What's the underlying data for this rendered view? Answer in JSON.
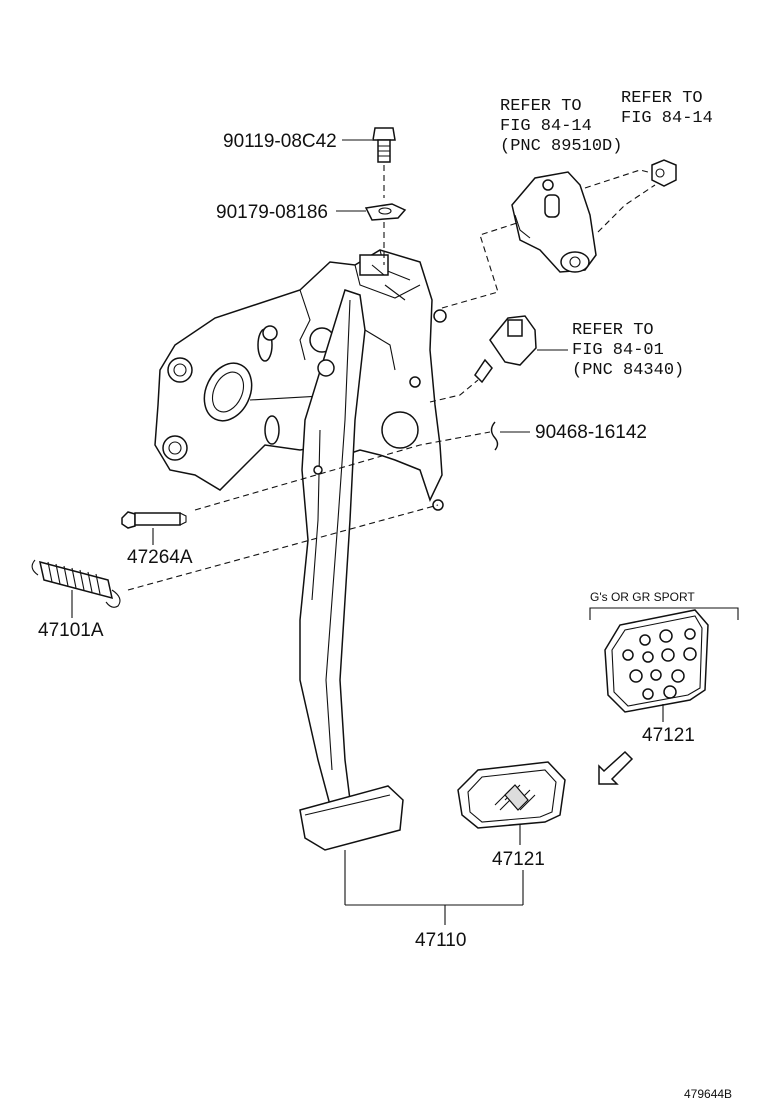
{
  "parts": {
    "bolt_top": "90119-08C42",
    "nut_plate": "90179-08186",
    "pin_clip": "90468-16142",
    "pin": "47264A",
    "spring": "47101A",
    "pad_sport": "47121",
    "pad_std": "47121",
    "pedal_assy": "47110"
  },
  "refs": {
    "sensor": [
      "REFER TO",
      "FIG 84-14",
      "(PNC 89510D)"
    ],
    "nut": [
      "REFER TO",
      "FIG 84-14"
    ],
    "switch": [
      "REFER TO",
      "FIG 84-01",
      "(PNC 84340)"
    ]
  },
  "variant_label": "G's OR GR SPORT",
  "figure_id": "479644B"
}
